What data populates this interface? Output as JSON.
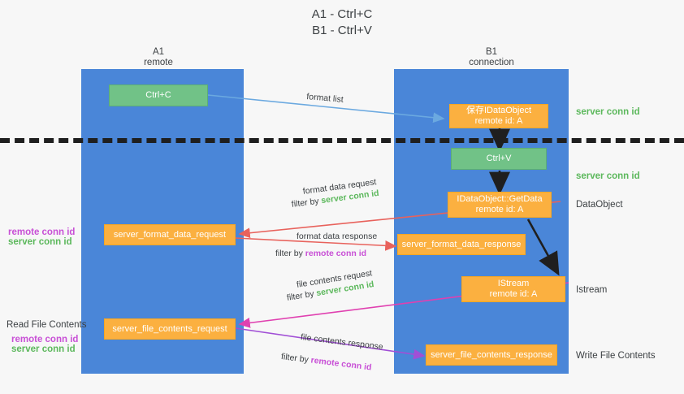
{
  "title": "A1 - Ctrl+C\nB1 - Ctrl+V",
  "columns": {
    "left": {
      "name": "A1",
      "role": "remote",
      "header": "A1\nremote"
    },
    "right": {
      "name": "B1",
      "role": "connection",
      "header": "B1\nconnection"
    }
  },
  "colors": {
    "lane": "#4a86d8",
    "green_node": "#71c287",
    "orange_node": "#fbb040",
    "server_conn_id": "#5cb85c",
    "remote_conn_id": "#c850d6",
    "blue_arrow": "#6ba9e0",
    "red_arrow": "#e8625c",
    "magenta_arrow": "#e040b0",
    "purple_arrow": "#a14fd6",
    "black_arrow": "#1f1f1f",
    "dashed_line": "#1f1f1f"
  },
  "nodes": {
    "ctrl_c": "Ctrl+C",
    "ctrl_v": "Ctrl+V",
    "save_idataobject": "保存IDataObject\nremote id: A",
    "idataobject_getdata": "IDataObject::GetData\nremote id: A",
    "istream": "IStream\nremote id: A",
    "server_format_data_request": "server_format_data_request",
    "server_format_data_response": "server_format_data_response",
    "server_file_contents_request": "server_file_contents_request",
    "server_file_contents_response": "server_file_contents_response"
  },
  "right_labels": {
    "server_conn_id_top": "server conn id",
    "server_conn_id_mid": "server conn id",
    "dataobject": "DataObject",
    "istream": "Istream",
    "write_file_contents": "Write File Contents"
  },
  "left_labels": {
    "remote_conn_id_1": "remote conn id",
    "server_conn_id_1": "server conn id",
    "read_file_contents": "Read File Contents",
    "remote_conn_id_2": "remote conn id",
    "server_conn_id_2": "server conn id"
  },
  "edges": {
    "format_list": "format list",
    "format_data_request": "format data request",
    "format_data_request_filter_prefix": "filter by ",
    "format_data_request_filter_key": "server conn id",
    "format_data_response": "format data response",
    "format_data_response_filter_prefix": "filter by ",
    "format_data_response_filter_key": "remote conn id",
    "file_contents_request": "file contents request",
    "file_contents_request_filter_prefix": "filter by ",
    "file_contents_request_filter_key": "server conn id",
    "file_contents_response": "file contents response",
    "file_contents_response_filter_prefix": "filter by ",
    "file_contents_response_filter_key": "remote conn id"
  }
}
